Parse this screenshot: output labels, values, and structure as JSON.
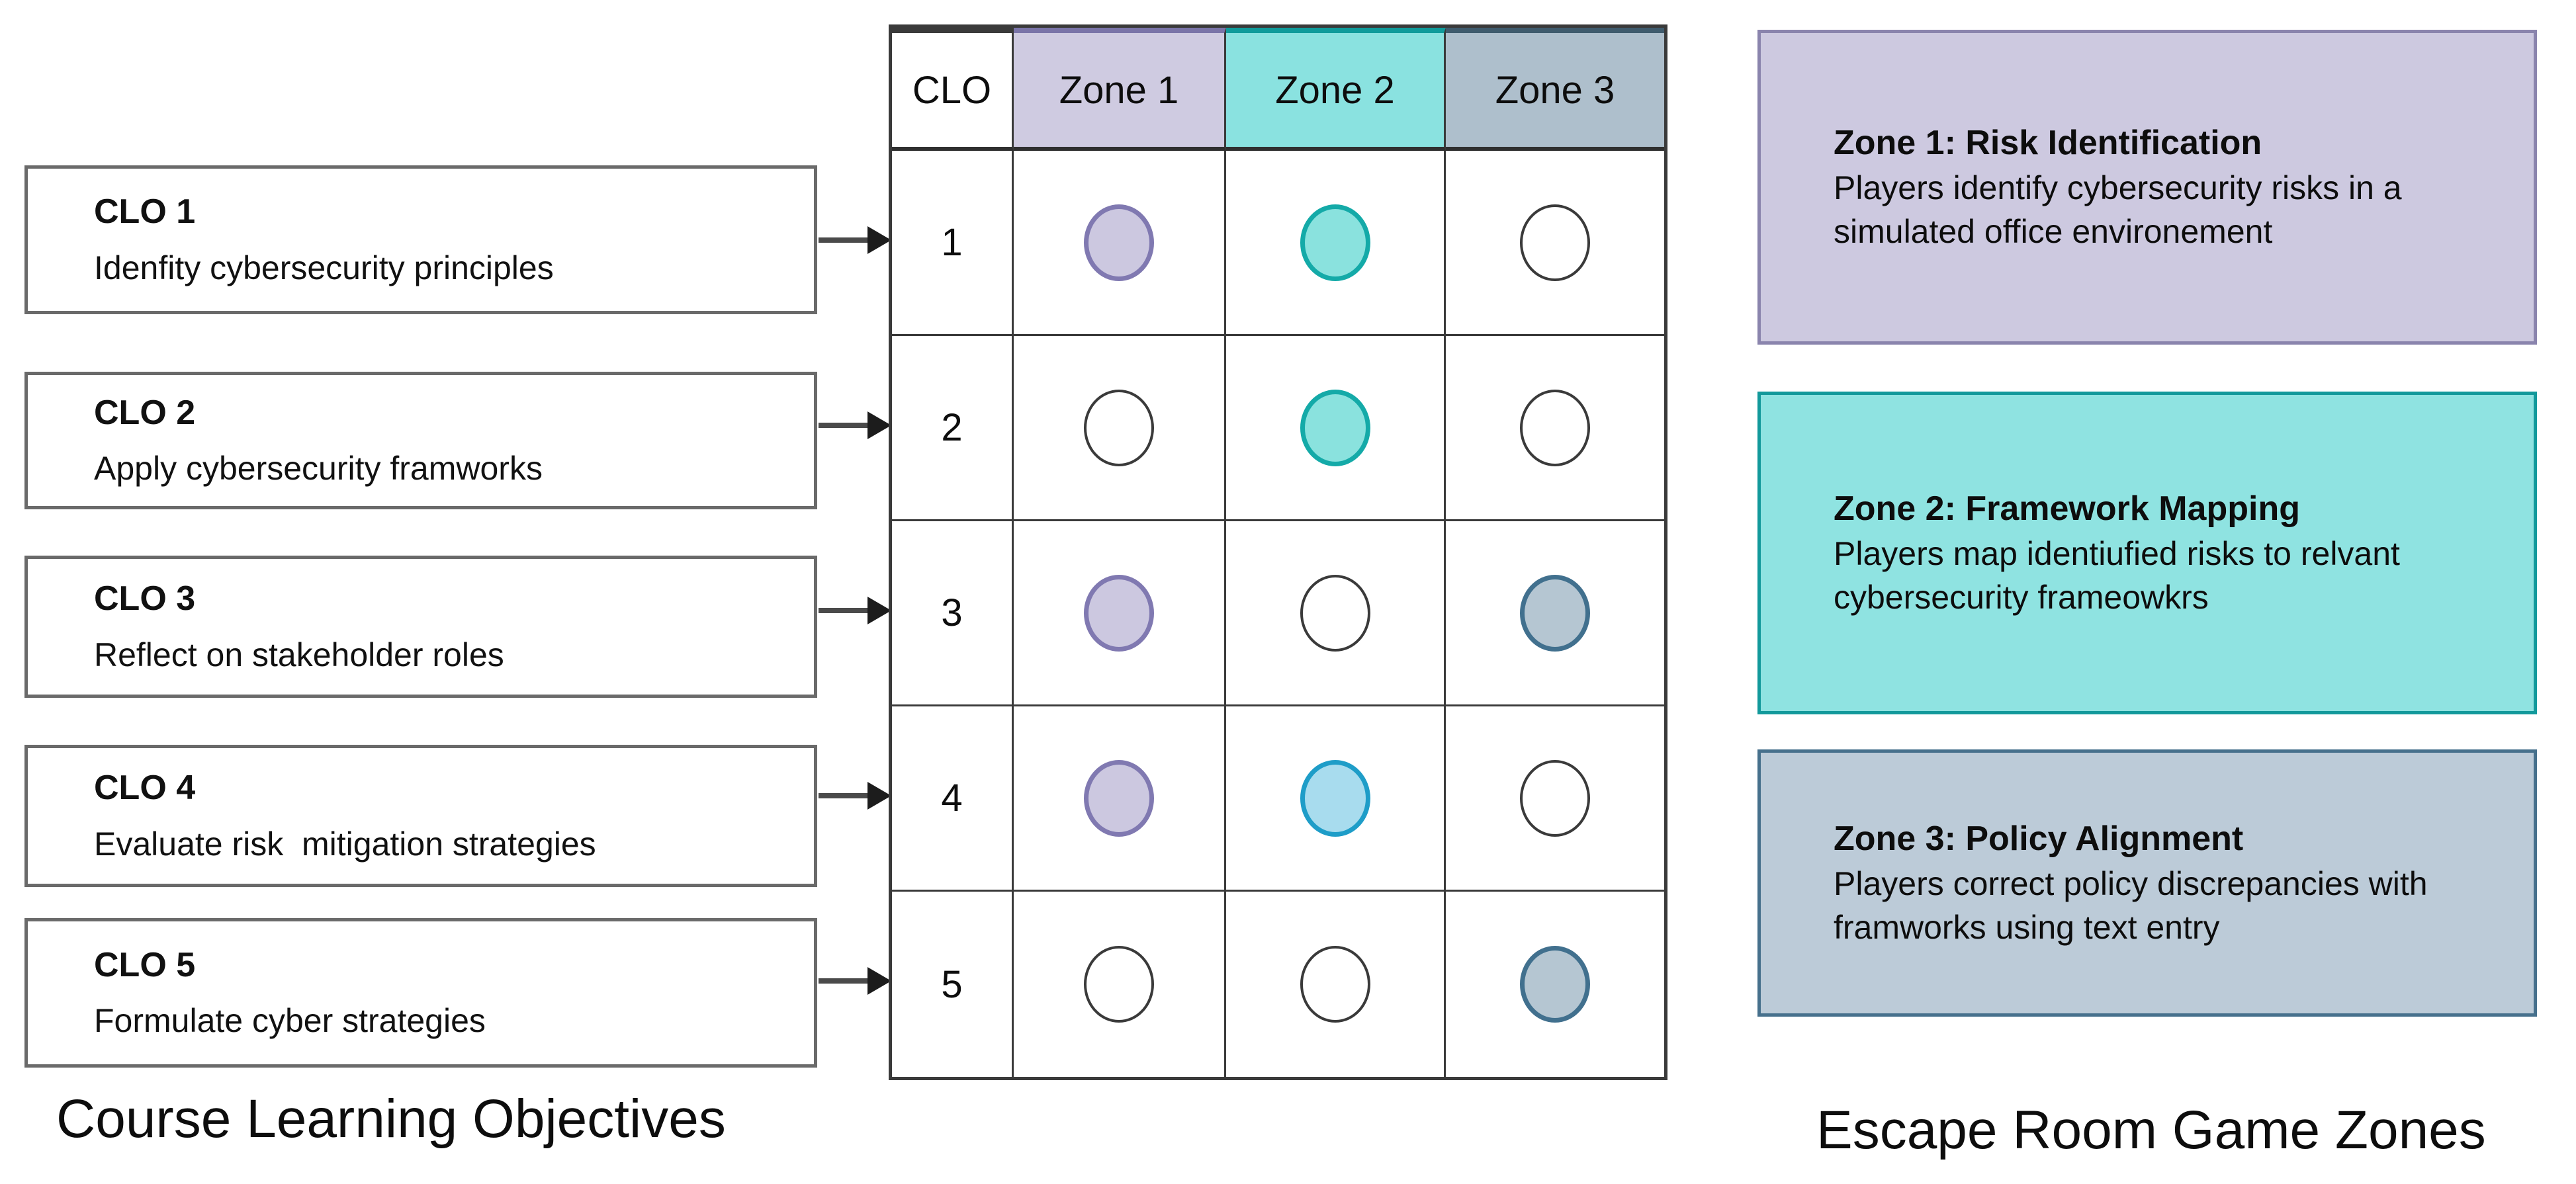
{
  "clo_section": {
    "label": "Course Learning Objectives",
    "items": [
      {
        "title": "CLO 1",
        "description": "Idenfity cybersecurity principles"
      },
      {
        "title": "CLO 2",
        "description": "Apply cybersecurity framworks"
      },
      {
        "title": "CLO 3",
        "description": "Reflect on stakeholder roles"
      },
      {
        "title": "CLO 4",
        "description": "Evaluate risk  mitigation strategies"
      },
      {
        "title": "CLO 5",
        "description": "Formulate cyber strategies"
      }
    ]
  },
  "matrix": {
    "columns": [
      "CLO",
      "Zone 1",
      "Zone 2",
      "Zone 3"
    ],
    "header_styles": [
      {
        "fill": "#ffffff",
        "accent": "#3a3a3a"
      },
      {
        "fill": "#cfcbe1",
        "accent": "#7a74a8"
      },
      {
        "fill": "#8ae2e0",
        "accent": "#0f9b9b"
      },
      {
        "fill": "#aebfcc",
        "accent": "#3f5b6d"
      }
    ],
    "rows": [
      {
        "clo": "1",
        "zone1": "lavender",
        "zone2": "teal",
        "zone3": "empty"
      },
      {
        "clo": "2",
        "zone1": "empty",
        "zone2": "teal",
        "zone3": "empty"
      },
      {
        "clo": "3",
        "zone1": "lavender",
        "zone2": "empty",
        "zone3": "slate"
      },
      {
        "clo": "4",
        "zone1": "lavender",
        "zone2": "sky",
        "zone3": "empty"
      },
      {
        "clo": "5",
        "zone1": "empty",
        "zone2": "empty",
        "zone3": "slate"
      }
    ],
    "marker_colors": {
      "lavender": {
        "fill": "#ccc8e0",
        "stroke": "#8079b1"
      },
      "teal": {
        "fill": "#8ae2de",
        "stroke": "#14aaa8"
      },
      "sky": {
        "fill": "#a8dcee",
        "stroke": "#1e9dc8"
      },
      "slate": {
        "fill": "#b5c6d2",
        "stroke": "#41708e"
      },
      "empty": {
        "fill": "#ffffff",
        "stroke": "#3a3a3a"
      }
    }
  },
  "zones_section": {
    "label": "Escape Room Game Zones",
    "items": [
      {
        "title": "Zone 1: Risk Identification",
        "description": "Players identify cybersecurity risks in a simulated office environement",
        "fill": "#cdc9e0",
        "border": "#8a84ad"
      },
      {
        "title": "Zone 2: Framework Mapping",
        "description": "Players map identiufied risks to relvant cybersecurity frameowkrs",
        "fill": "#8fe3e1",
        "border": "#12999b"
      },
      {
        "title": "Zone 3: Policy Alignment",
        "description": "Players correct policy discrepancies with framworks using text entry",
        "fill": "#bccbd8",
        "border": "#46708c"
      }
    ]
  }
}
